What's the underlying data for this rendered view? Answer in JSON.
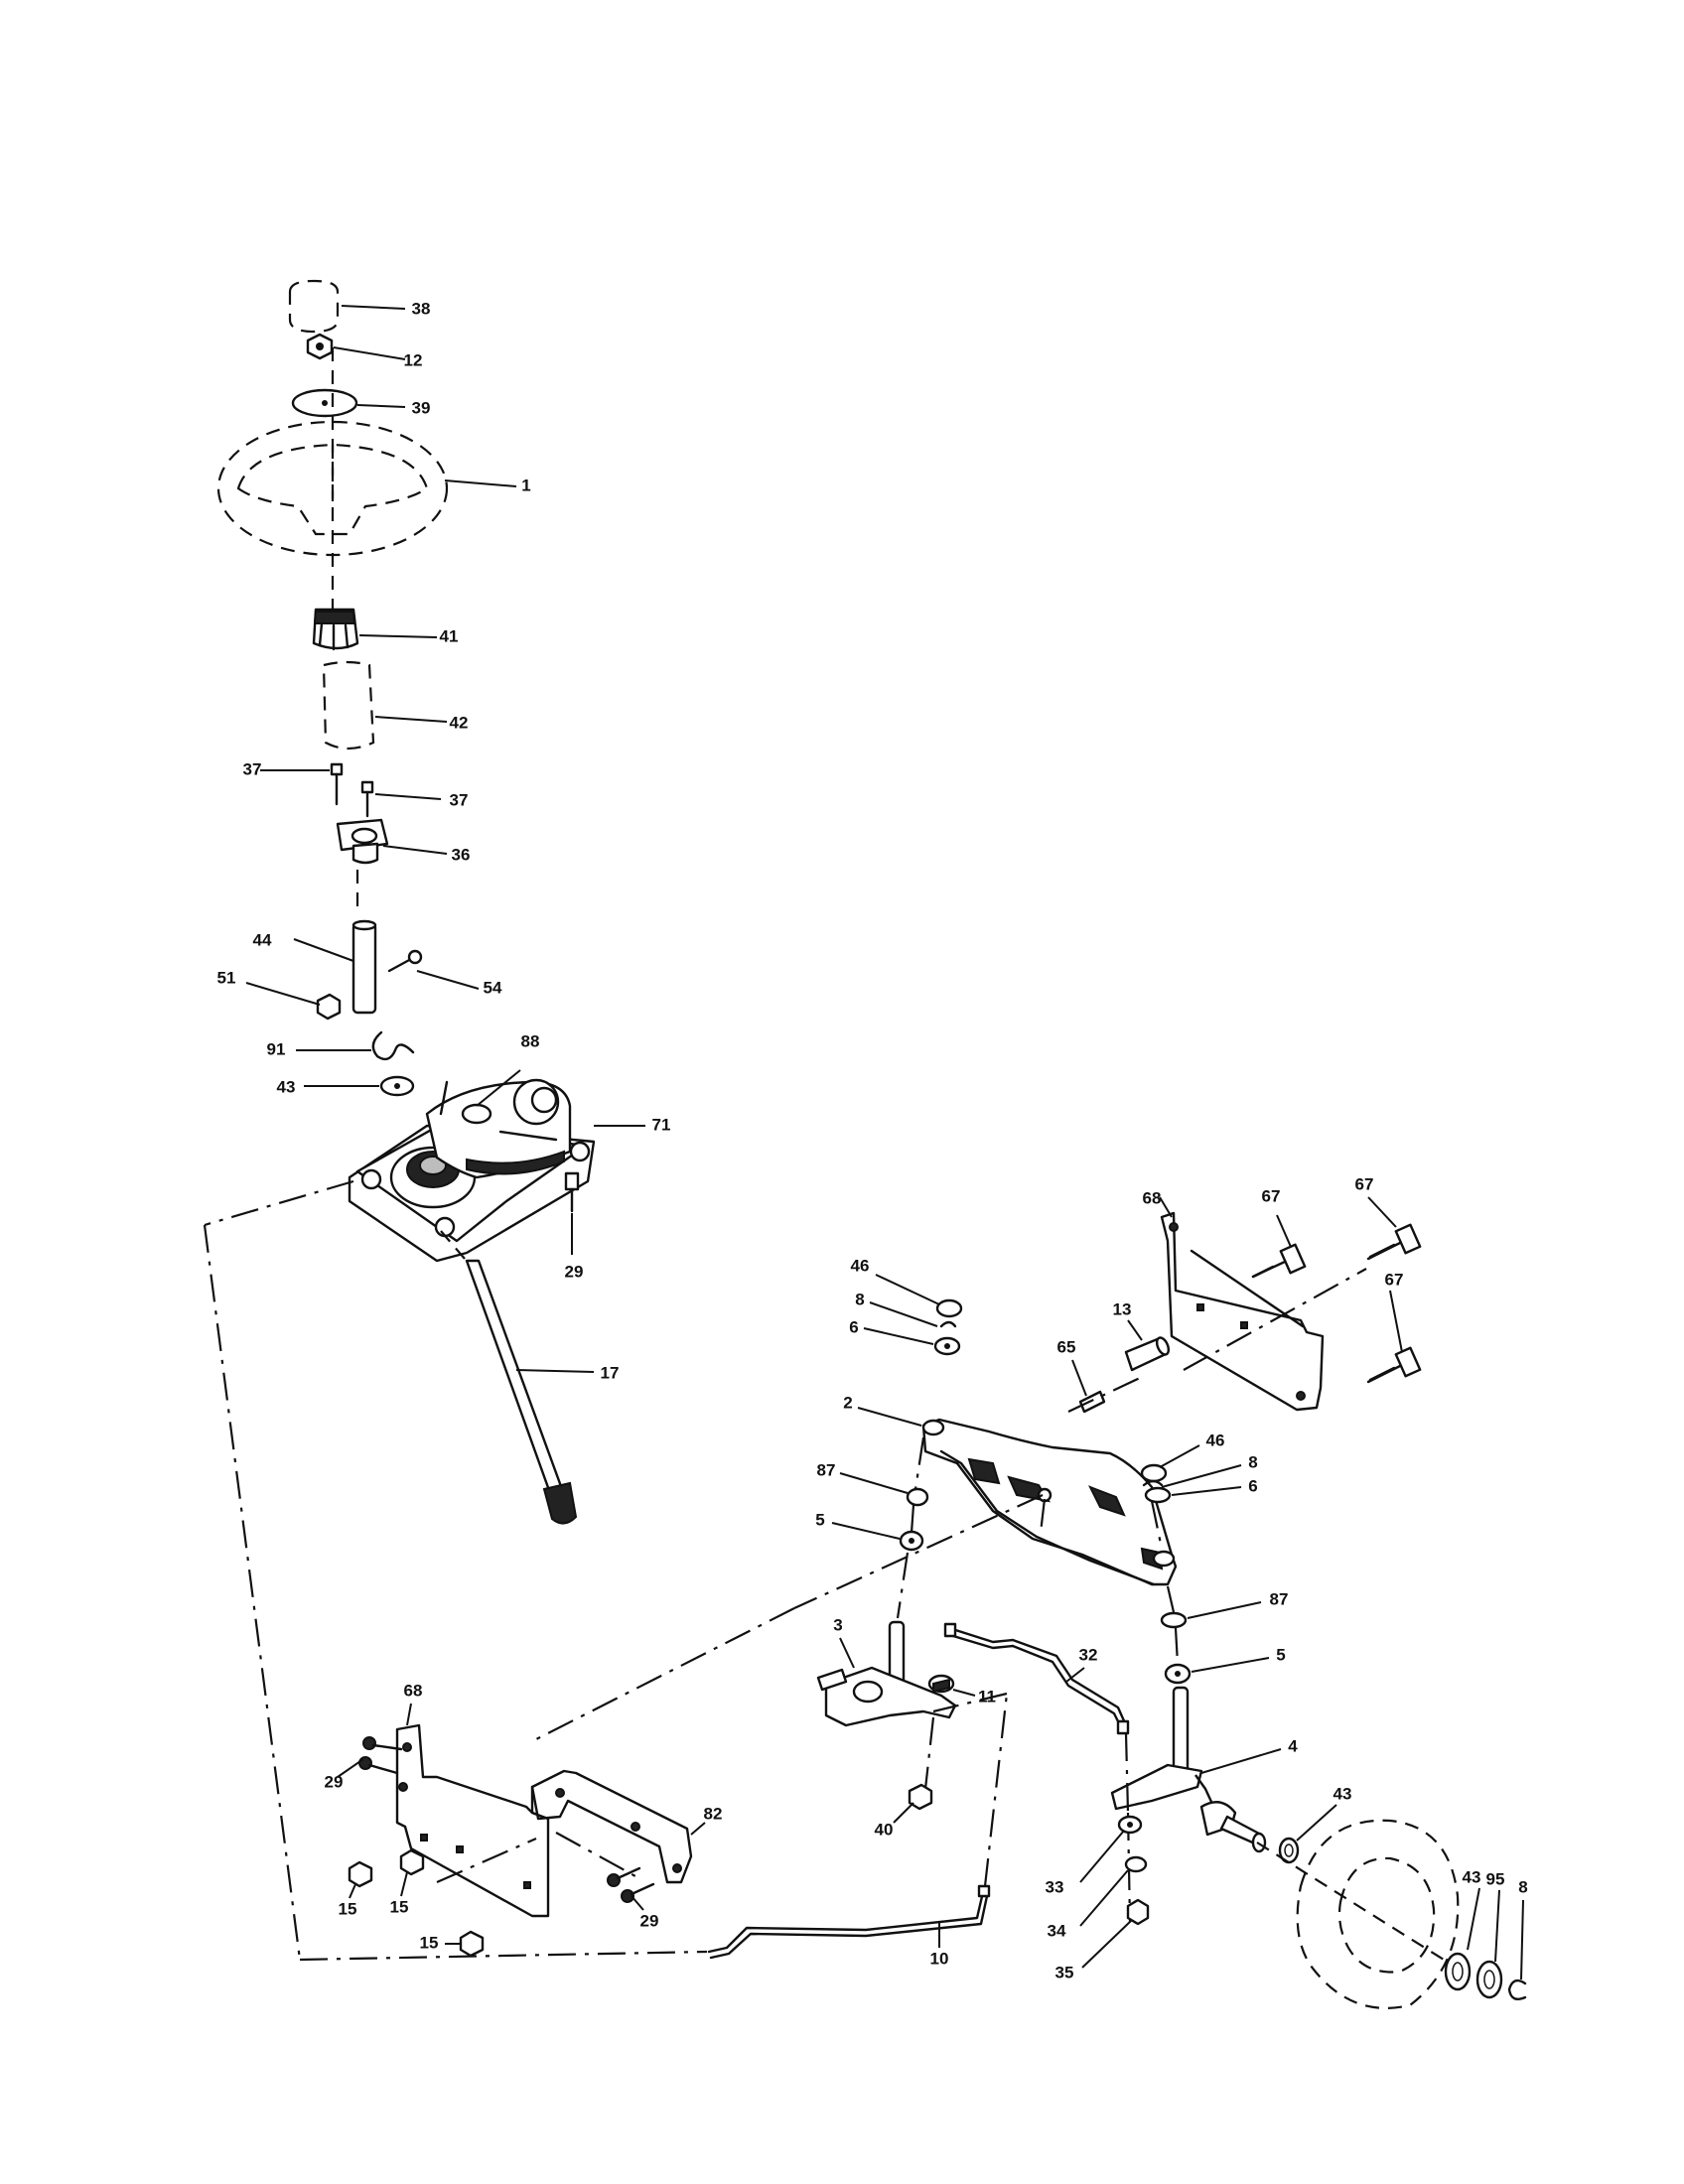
{
  "callouts": {
    "c38": "38",
    "c12": "12",
    "c39": "39",
    "c1": "1",
    "c41": "41",
    "c42": "42",
    "c37a": "37",
    "c37b": "37",
    "c36": "36",
    "c44": "44",
    "c54": "54",
    "c51": "51",
    "c91": "91",
    "c88": "88",
    "c43a": "43",
    "c71": "71",
    "c29a": "29",
    "c17": "17",
    "c68a": "68",
    "c67a": "67",
    "c67b": "67",
    "c67c": "67",
    "c46a": "46",
    "c8a": "8",
    "c6a": "6",
    "c13": "13",
    "c65": "65",
    "c2": "2",
    "c46b": "46",
    "c8b": "8",
    "c6b": "6",
    "c87a": "87",
    "c5a": "5",
    "c87b": "87",
    "c5b": "5",
    "c3": "3",
    "c32": "32",
    "c11": "11",
    "c4": "4",
    "c68b": "68",
    "c29b": "29",
    "c82": "82",
    "c40": "40",
    "c43b": "43",
    "c43c": "43",
    "c95": "95",
    "c8c": "8",
    "c33": "33",
    "c34": "34",
    "c35": "35",
    "c15a": "15",
    "c15b": "15",
    "c29c": "29",
    "c15c": "15",
    "c10": "10"
  },
  "colors": {
    "ink": "#111111",
    "paper": "#ffffff",
    "shade": "#bdbdbd"
  }
}
